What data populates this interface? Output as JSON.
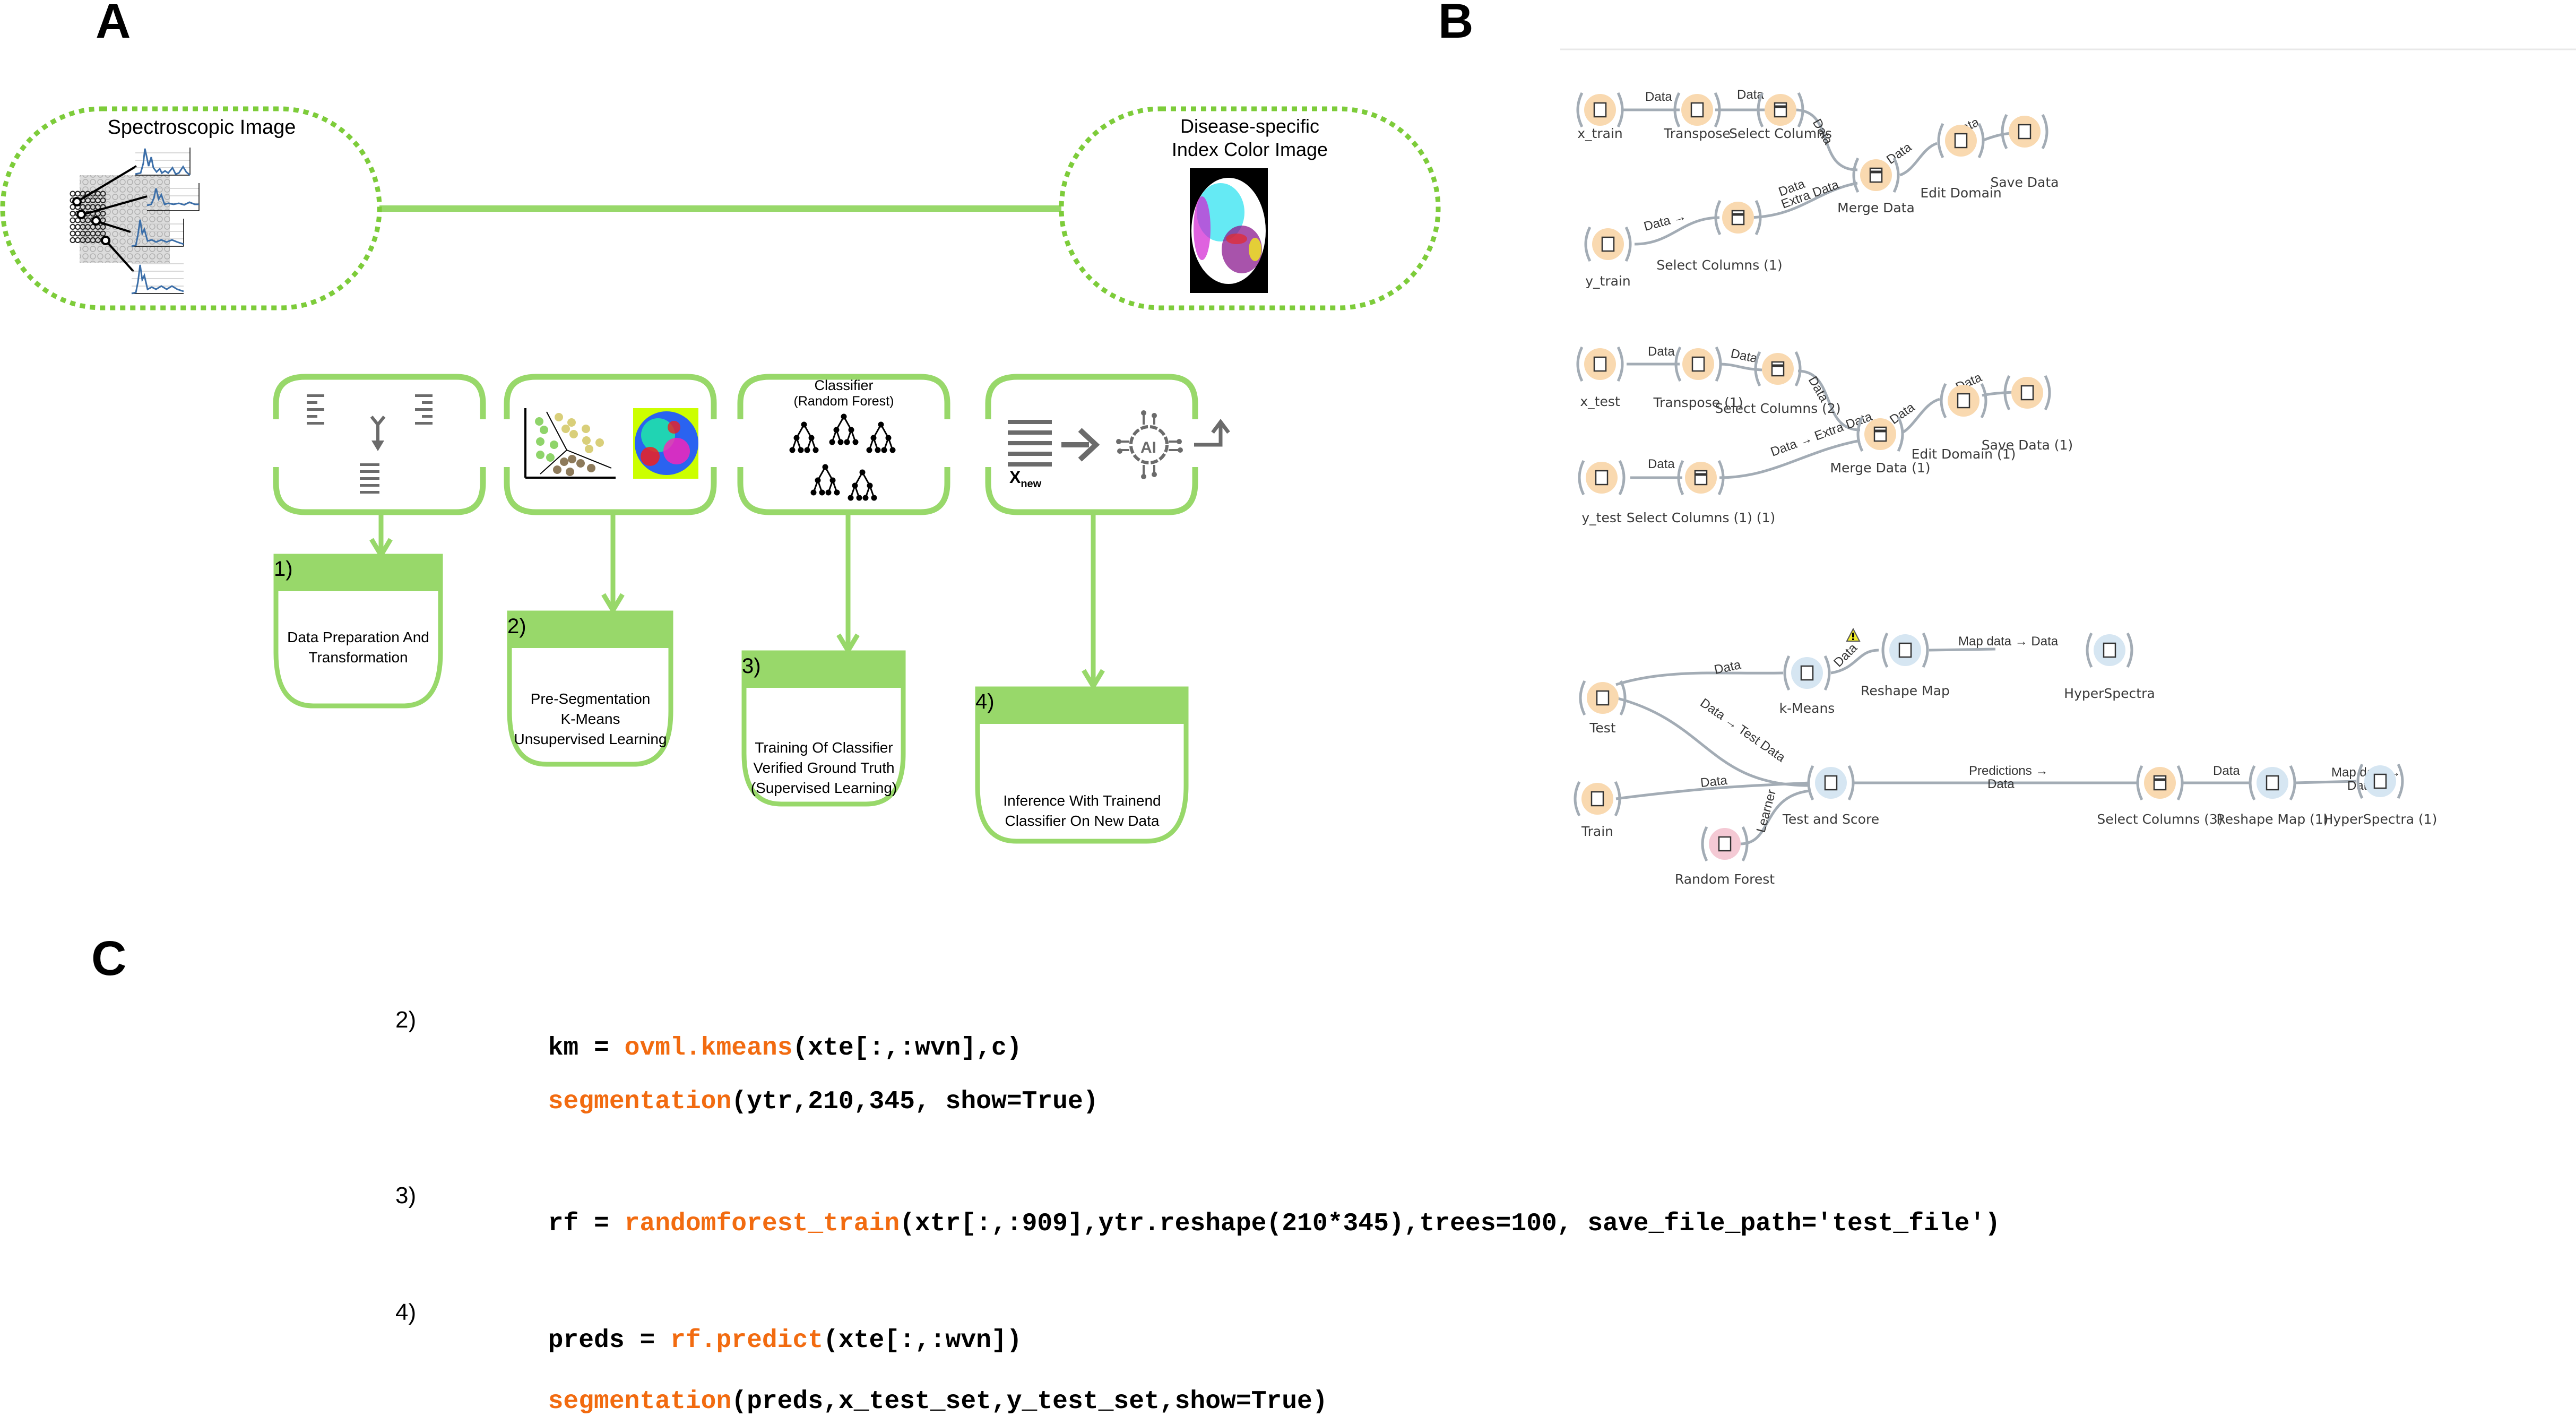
{
  "panels": {
    "a": "A",
    "b": "B",
    "c": "C"
  },
  "colors": {
    "green": "#98d86a",
    "green_dotted": "#7dcc3a",
    "orange_code": "#f26b10",
    "orange_node": "#f9d9b0",
    "blue_node": "#d6e6f2",
    "pink_node": "#f4c9d4",
    "edge": "#9aa3ad"
  },
  "panel_a": {
    "input_title": "Spectroscopic Image",
    "output_title_line1": "Disease-specific",
    "output_title_line2": "Index Color Image",
    "icons": [
      {
        "name": "data-merge-icon"
      },
      {
        "name": "kmeans-cluster-icon"
      },
      {
        "name": "classifier-title",
        "line1": "Classifier",
        "line2": "(Random Forest)"
      },
      {
        "name": "inference-icon",
        "x_label": "X",
        "x_sub": "new",
        "ai_label": "AI"
      }
    ],
    "steps": [
      {
        "num": "1)",
        "lines": [
          "Data Preparation And",
          "Transformation"
        ]
      },
      {
        "num": "2)",
        "lines": [
          "Pre-Segmentation",
          "K-Means",
          "Unsupervised Learning"
        ]
      },
      {
        "num": "3)",
        "lines": [
          "Training Of Classifier",
          "Verified Ground Truth",
          "(Supervised Learning)"
        ]
      },
      {
        "num": "4)",
        "lines": [
          "Inference With Trainend",
          "Classifier On New Data"
        ]
      }
    ]
  },
  "panel_b": {
    "workflow1": {
      "nodes": [
        "x_train",
        "Transpose",
        "Select Columns",
        "Merge Data",
        "Edit Domain",
        "Save Data",
        "y_train",
        "Select Columns (1)"
      ],
      "edges": [
        "Data",
        "Data",
        "Data",
        "Data",
        "Data",
        "Data",
        "Data →",
        "Extra  Data"
      ]
    },
    "workflow2": {
      "nodes": [
        "x_test",
        "Transpose (1)",
        "Select Columns (2)",
        "Merge Data (1)",
        "Edit Domain (1)",
        "Save Data (1)",
        "y_test",
        "Select Columns (1) (1)"
      ],
      "edges": [
        "Data",
        "Data",
        "Data",
        "Data",
        "Data",
        "Data",
        "Data → Extra  Data"
      ]
    },
    "workflow3": {
      "nodes": [
        "Test",
        "k-Means",
        "Reshape Map",
        "HyperSpectra",
        "Train",
        "Test and Score",
        "Random Forest",
        "Select Columns (3)",
        "Reshape Map (1)",
        "HyperSpectra (1)"
      ],
      "edges": [
        "Data",
        "Data",
        "Map  data → Data",
        "Data → Test  Data",
        "Data",
        "Learner",
        "Predictions →",
        "Data",
        "Data",
        "Map  data →",
        "Data"
      ]
    }
  },
  "panel_c": {
    "blocks": [
      {
        "num": "2)",
        "lines": [
          [
            {
              "t": "km = ",
              "fn": false
            },
            {
              "t": "ovml.kmeans",
              "fn": true
            },
            {
              "t": "(xte[:,:wvn],c)",
              "fn": false
            }
          ],
          [
            {
              "t": "segmentation",
              "fn": true
            },
            {
              "t": "(ytr,210,345, show=True)",
              "fn": false
            }
          ]
        ]
      },
      {
        "num": "3)",
        "lines": [
          [
            {
              "t": "rf = ",
              "fn": false
            },
            {
              "t": "randomforest_train",
              "fn": true
            },
            {
              "t": "(xtr[:,:909],ytr.reshape(210*345),trees=100, save_file_path='test_file')",
              "fn": false
            }
          ]
        ]
      },
      {
        "num": "4)",
        "lines": [
          [
            {
              "t": "preds = ",
              "fn": false
            },
            {
              "t": "rf.predict",
              "fn": true
            },
            {
              "t": "(xte[:,:wvn])",
              "fn": false
            }
          ],
          [
            {
              "t": "segmentation",
              "fn": true
            },
            {
              "t": "(preds,x_test_set,y_test_set,show=True)",
              "fn": false
            }
          ]
        ]
      }
    ]
  }
}
